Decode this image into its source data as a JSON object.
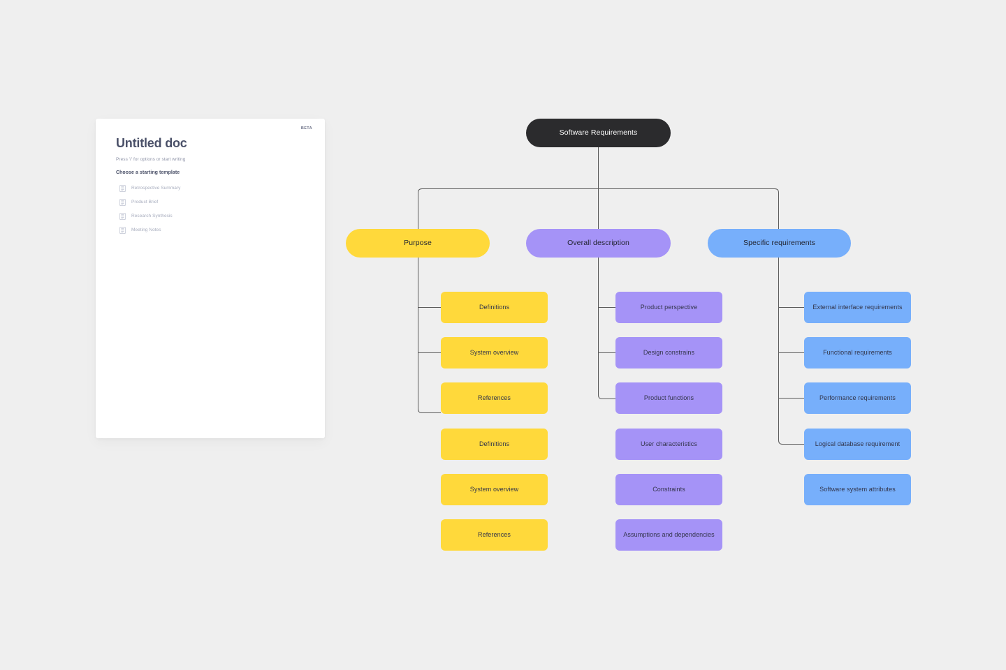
{
  "canvas": {
    "background": "#EFEFEF"
  },
  "doc_panel": {
    "badge": "BETA",
    "title": "Untitled doc",
    "subtitle": "Press '/' for options or start writing",
    "section_title": "Choose a starting template",
    "templates": [
      {
        "label": "Retrospective Summary",
        "icon": "document-icon"
      },
      {
        "label": "Product Brief",
        "icon": "document-icon"
      },
      {
        "label": "Research Synthesis",
        "icon": "document-icon"
      },
      {
        "label": "Meeting Notes",
        "icon": "document-icon"
      }
    ]
  },
  "mindmap": {
    "root": {
      "label": "Software Requirements",
      "color": "#2B2B2D",
      "text_color": "#FFFFFF"
    },
    "branches": [
      {
        "label": "Purpose",
        "color": "#FFD93B",
        "children": [
          {
            "label": "Definitions",
            "connected": true
          },
          {
            "label": "System overview",
            "connected": true
          },
          {
            "label": "References",
            "connected": true
          },
          {
            "label": "Definitions",
            "connected": false
          },
          {
            "label": "System overview",
            "connected": false
          },
          {
            "label": "References",
            "connected": false
          }
        ]
      },
      {
        "label": "Overall description",
        "color": "#A593F7",
        "children": [
          {
            "label": "Product perspective",
            "connected": true
          },
          {
            "label": "Design constrains",
            "connected": true
          },
          {
            "label": "Product functions",
            "connected": true
          },
          {
            "label": "User characteristics",
            "connected": false
          },
          {
            "label": "Constraints",
            "connected": false
          },
          {
            "label": "Assumptions and dependencies",
            "connected": false
          }
        ]
      },
      {
        "label": "Specific requirements",
        "color": "#77AFFB",
        "children": [
          {
            "label": "External interface requirements",
            "connected": true
          },
          {
            "label": "Functional requirements",
            "connected": true
          },
          {
            "label": "Performance requirements",
            "connected": true
          },
          {
            "label": "Logical database requirement",
            "connected": true
          },
          {
            "label": "Software system attributes",
            "connected": false
          }
        ]
      }
    ],
    "edge_color": "#5A5A5A"
  }
}
